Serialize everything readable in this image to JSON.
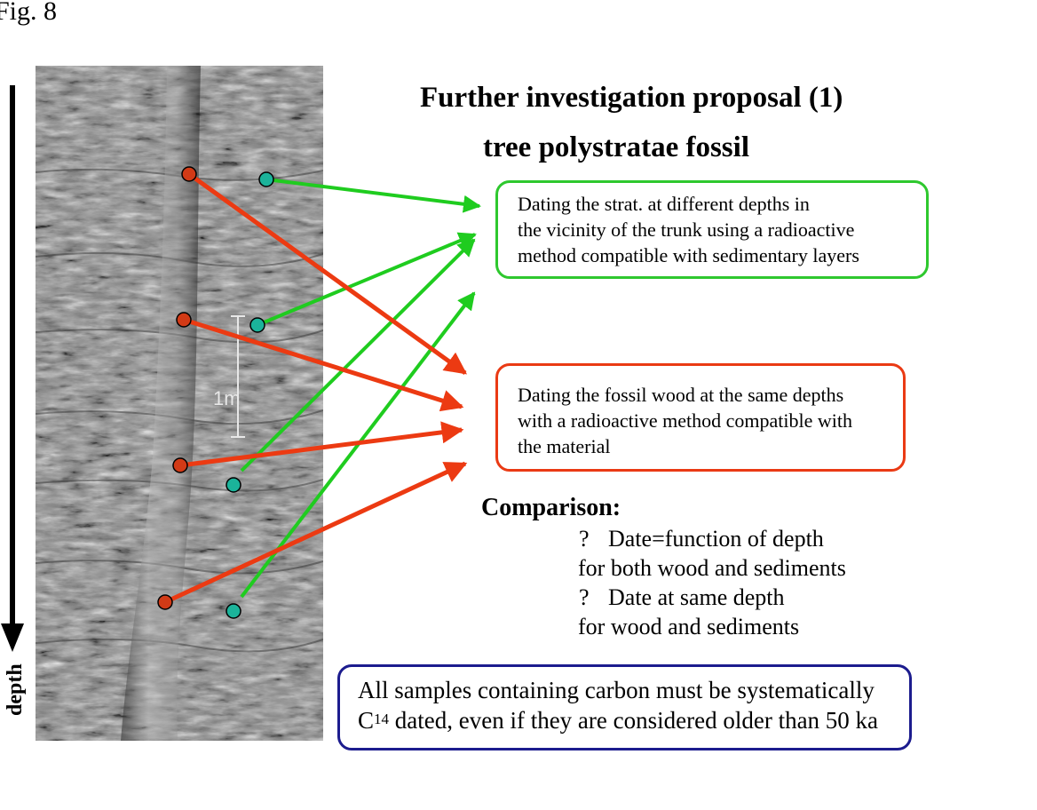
{
  "figure_label": "Fig. 8",
  "title": "Further investigation proposal (1)",
  "subtitle": "tree polystratae fossil",
  "depth_axis": {
    "label": "depth"
  },
  "photo": {
    "scale_label": "1m"
  },
  "green_box": {
    "lines": [
      "Dating the strat. at different depths in",
      "the vicinity of the trunk using a radioactive",
      "method compatible with sedimentary layers"
    ]
  },
  "red_box": {
    "lines": [
      "Dating the fossil wood at the same depths",
      "with a radioactive method compatible with",
      "the material"
    ]
  },
  "comparison": {
    "heading": "Comparison:",
    "items": [
      {
        "bullet": "?",
        "text": "Date=function of depth"
      },
      {
        "text": "for both wood and sediments"
      },
      {
        "bullet": "?",
        "text": "Date at same depth"
      },
      {
        "text": "for wood and sediments"
      }
    ]
  },
  "blue_box": {
    "line1": "All samples containing carbon must be systematically",
    "line2_prefix": "C",
    "line2_sup": "14",
    "line2_rest": " dated, even if they are considered older than 50 ka"
  },
  "colors": {
    "green_arrow": "#1fcc1f",
    "red_arrow": "#ec3a12",
    "sediment_dot": "#1bb39a",
    "wood_dot": "#d23a16",
    "green_border": "#2ec82e",
    "red_border": "#ea3a14",
    "blue_border": "#1c1c8e"
  }
}
